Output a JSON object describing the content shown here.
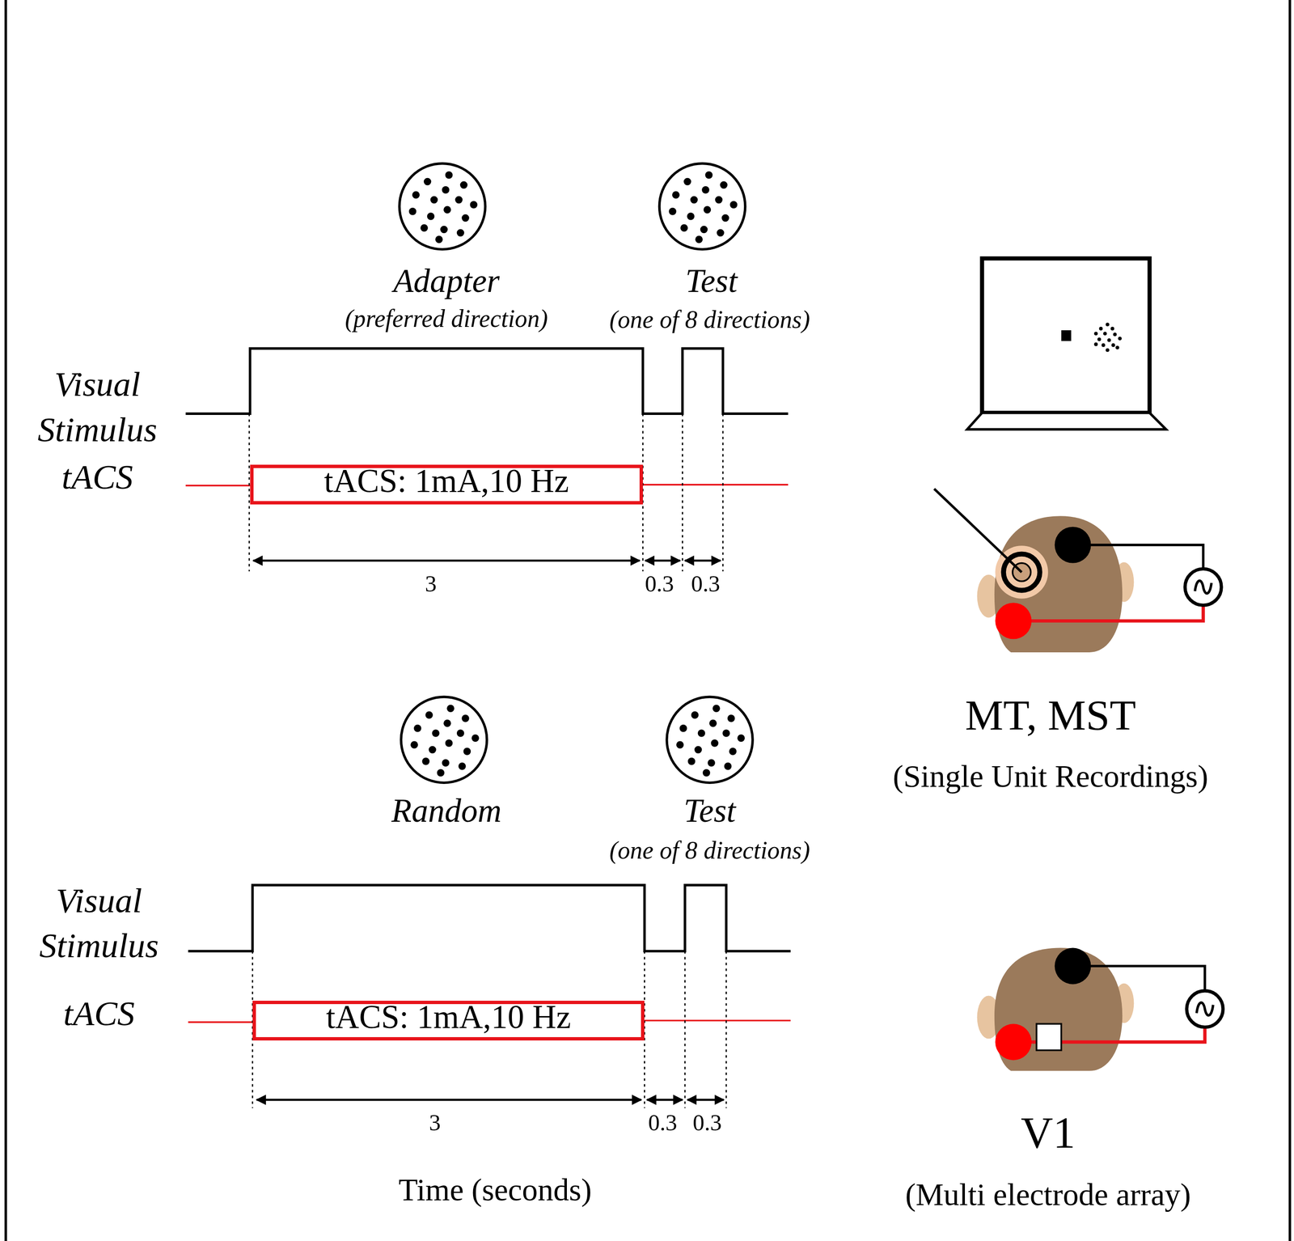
{
  "diagram": {
    "nodes": [
      {
        "text": [
          "tACS: 1mA,10 Hz"
        ]
      },
      {
        "text": [
          "tACS: 1mA,10 Hz"
        ]
      }
    ],
    "labels": [
      "Adapter",
      "(preferred direction)",
      "Test",
      "(one of 8 directions)",
      "Visual Stimulus",
      "tACS",
      "3",
      "0.3",
      "0.3",
      "MT, MST",
      "(Single Unit Recordings)",
      "Random",
      "Test",
      "(one of 8 directions)",
      "Visual Stimulus",
      "tACS",
      "3",
      "0.3",
      "0.3",
      "Time (seconds)",
      "V1",
      "(Multi electrode array)"
    ]
  }
}
